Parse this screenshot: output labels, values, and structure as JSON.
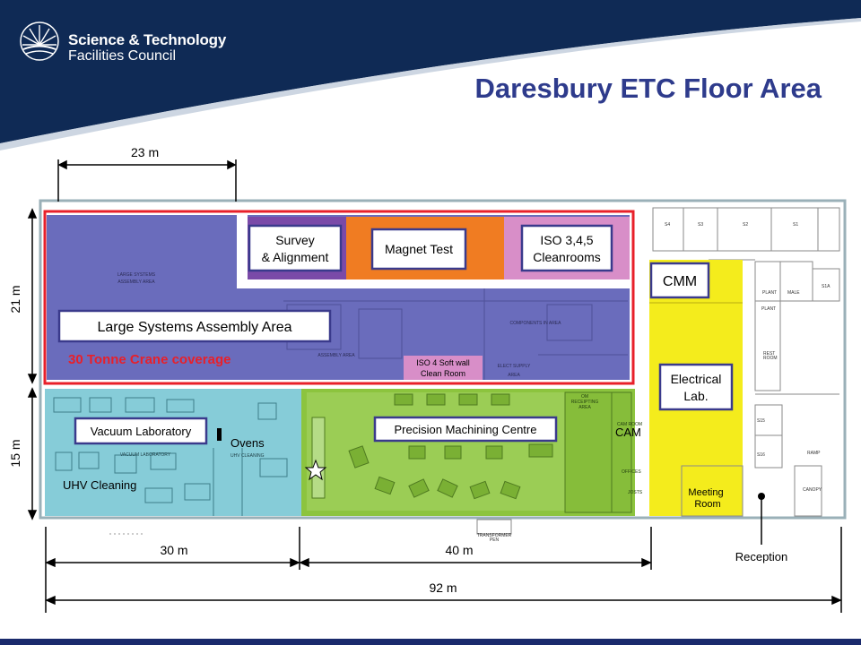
{
  "header": {
    "logo_line1": "Science & Technology",
    "logo_line2": "Facilities Council",
    "title": "Daresbury ETC Floor Area"
  },
  "dimensions": {
    "top_width": "23 m",
    "left_height_upper": "21 m",
    "left_height_lower": "15 m",
    "bottom_left": "30 m",
    "bottom_mid": "40 m",
    "bottom_total": "92 m"
  },
  "areas": {
    "survey_line1": "Survey",
    "survey_line2": "& Alignment",
    "magnet_test": "Magnet Test",
    "iso_line1": "ISO 3,4,5",
    "iso_line2": "Cleanrooms",
    "large_systems": "Large Systems Assembly Area",
    "crane": "30 Tonne Crane coverage",
    "iso4_line1": "ISO 4 Soft wall",
    "iso4_line2": "Clean Room",
    "cmm": "CMM",
    "electrical_line1": "Electrical",
    "electrical_line2": "Lab.",
    "vacuum_lab": "Vacuum Laboratory",
    "ovens": "Ovens",
    "uhv_cleaning": "UHV Cleaning",
    "precision": "Precision Machining Centre",
    "cam": "CAM",
    "meeting_line1": "Meeting",
    "meeting_line2": "Room",
    "reception": "Reception"
  },
  "small_labels": {
    "large_systems_assembly_area_l1": "LARGE SYSTEMS",
    "large_systems_assembly_area_l2": "ASSEMBLY AREA",
    "assembly_area": "ASSEMBLY AREA",
    "components_in_area": "COMPONENTS IN AREA",
    "elect_supply_l1": "ELECT SUPPLY",
    "elect_supply_l2": "AREA",
    "vacuum_laboratory": "VACUUM LABORATORY",
    "uhv_cleaning": "UHV CLEANING",
    "cam_room": "CAM ROOM",
    "offices": "OFFICES",
    "om_receipting_l1": "OM",
    "om_receipting_l2": "RECEIPTING",
    "om_receipting_l3": "AREA",
    "transformer_l1": "TRANSFORMER",
    "transformer_l2": "PEN",
    "s4": "S4",
    "s3": "S3",
    "s2": "S2",
    "s1": "S1",
    "s1a": "S1A",
    "plant1": "PLANT",
    "plant2": "PLANT",
    "male": "MALE",
    "rest_room_l1": "REST",
    "rest_room_l2": "ROOM",
    "s15": "S15",
    "s16": "S16",
    "ramp": "RAMP",
    "canopy": "CANOPY",
    "josts": "JOSTS"
  },
  "colors": {
    "banner": "#0f2a55",
    "title": "#2e3b8c",
    "assembly_purple": "#6a6cbc",
    "survey_violet": "#7a4aa8",
    "magnet_orange": "#f07c22",
    "iso_pink": "#d88ec8",
    "crane_red": "#e8202a",
    "vacuum_cyan": "#86ccd8",
    "machining_green": "#8cc43e",
    "electrical_yellow": "#f4ec1c",
    "label_border": "#3a3a8c"
  }
}
